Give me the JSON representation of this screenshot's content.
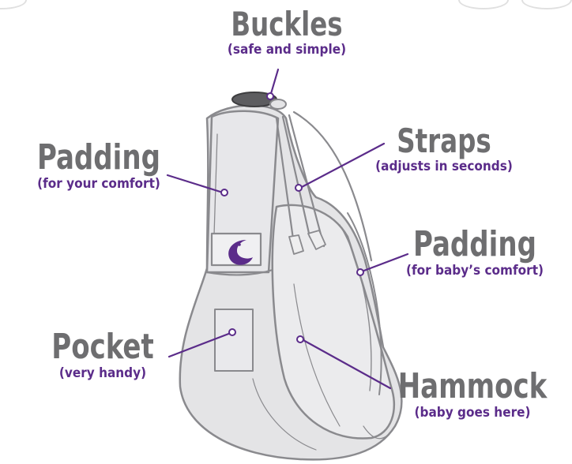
{
  "labels": {
    "buckles": {
      "title": "Buckles",
      "sub": "(safe and simple)"
    },
    "padding_left": {
      "title": "Padding",
      "sub": "(for your comfort)"
    },
    "straps": {
      "title": "Straps",
      "sub": "(adjusts in seconds)"
    },
    "padding_right": {
      "title": "Padding",
      "sub": "(for baby’s comfort)"
    },
    "pocket": {
      "title": "Pocket",
      "sub": "(very handy)"
    },
    "hammock": {
      "title": "Hammock",
      "sub": "(baby goes here)"
    }
  },
  "colors": {
    "title_gray": "#6e6e70",
    "sub_purple": "#5b2c8a",
    "sling_fill": "#e4e4e6",
    "sling_outline": "#8a8a8e",
    "moon": "#5b2c8a"
  }
}
